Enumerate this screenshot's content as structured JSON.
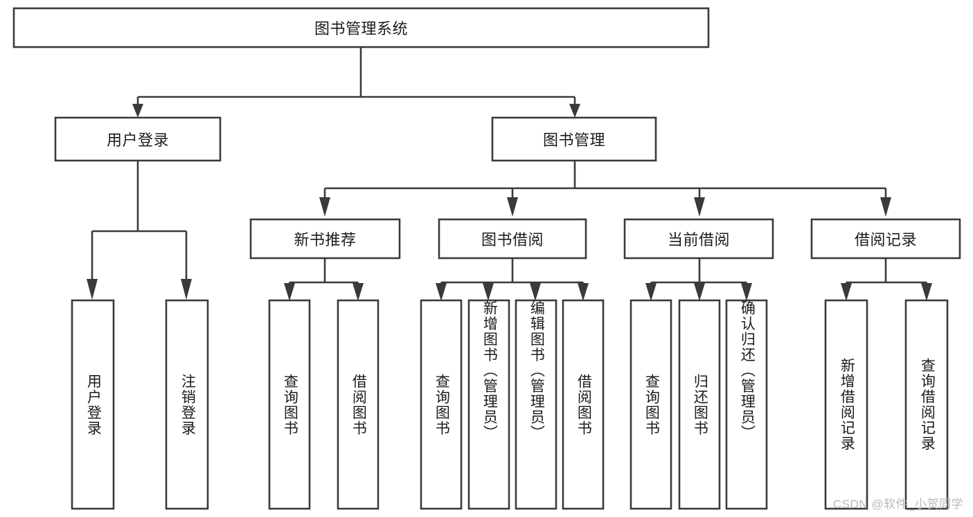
{
  "diagram": {
    "title": "图书管理系统",
    "type": "tree",
    "watermark": "CSDN @软件_小贺同学",
    "colors": {
      "stroke": "#3a3a3a",
      "fill": "#ffffff",
      "text": "#1b1b1b",
      "watermark": "#b9b9b9",
      "background": "#ffffff"
    },
    "levels": {
      "root": {
        "label": "图书管理系统"
      },
      "level2": [
        {
          "label": "用户登录"
        },
        {
          "label": "图书管理"
        }
      ],
      "level3": [
        {
          "label": "新书推荐"
        },
        {
          "label": "图书借阅"
        },
        {
          "label": "当前借阅"
        },
        {
          "label": "借阅记录"
        }
      ]
    },
    "nodes": {
      "root": "图书管理系统",
      "user_login": "用户登录",
      "book_manage": "图书管理",
      "new_book_rec": "新书推荐",
      "book_borrow": "图书借阅",
      "current_borrow": "当前借阅",
      "borrow_record": "借阅记录",
      "leaf_user_login": "用户登录",
      "leaf_logout": "注销登录",
      "leaf_query_book_1": "查询图书",
      "leaf_borrow_book_1": "借阅图书",
      "leaf_query_book_2": "查询图书",
      "leaf_add_book": "新增图书（管理员）",
      "leaf_edit_book": "编辑图书（管理员）",
      "leaf_borrow_book_2": "借阅图书",
      "leaf_query_book_3": "查询图书",
      "leaf_return_book": "归还图书",
      "leaf_confirm_return": "确认归还（管理员）",
      "leaf_add_record": "新增借阅记录",
      "leaf_query_record": "查询借阅记录"
    },
    "edges": [
      {
        "from": "root",
        "to": "user_login"
      },
      {
        "from": "root",
        "to": "book_manage"
      },
      {
        "from": "user_login",
        "to": "leaf_user_login"
      },
      {
        "from": "user_login",
        "to": "leaf_logout"
      },
      {
        "from": "book_manage",
        "to": "new_book_rec"
      },
      {
        "from": "book_manage",
        "to": "book_borrow"
      },
      {
        "from": "book_manage",
        "to": "current_borrow"
      },
      {
        "from": "book_manage",
        "to": "borrow_record"
      },
      {
        "from": "new_book_rec",
        "to": "leaf_query_book_1"
      },
      {
        "from": "new_book_rec",
        "to": "leaf_borrow_book_1"
      },
      {
        "from": "book_borrow",
        "to": "leaf_query_book_2"
      },
      {
        "from": "book_borrow",
        "to": "leaf_add_book"
      },
      {
        "from": "book_borrow",
        "to": "leaf_edit_book"
      },
      {
        "from": "book_borrow",
        "to": "leaf_borrow_book_2"
      },
      {
        "from": "current_borrow",
        "to": "leaf_query_book_3"
      },
      {
        "from": "current_borrow",
        "to": "leaf_return_book"
      },
      {
        "from": "current_borrow",
        "to": "leaf_confirm_return"
      },
      {
        "from": "borrow_record",
        "to": "leaf_add_record"
      },
      {
        "from": "borrow_record",
        "to": "leaf_query_record"
      }
    ]
  }
}
